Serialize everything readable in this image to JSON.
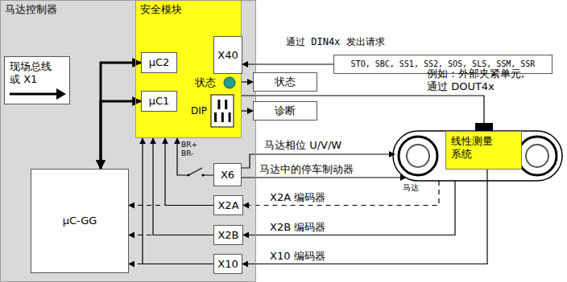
{
  "diagram": {
    "nodes": [
      {
        "text": [
          "马达控制器"
        ]
      },
      {
        "text": [
          "现场总线 或 X1"
        ],
        "in": 0
      },
      {
        "text": [
          "安全模块"
        ],
        "in": 0
      },
      {
        "text": [
          "μC2"
        ],
        "in": 2
      },
      {
        "text": [
          "μC1"
        ],
        "in": 2
      },
      {
        "text": [
          "X40"
        ],
        "in": 2
      },
      {
        "text": [
          "μC-GG"
        ],
        "in": 0
      },
      {
        "text": [
          "X6"
        ],
        "in": 0
      },
      {
        "text": [
          "X2A"
        ],
        "in": 0
      },
      {
        "text": [
          "X2B"
        ],
        "in": 0
      },
      {
        "text": [
          "X10"
        ],
        "in": 0
      },
      {
        "text": [
          "STO, SBC, SS1, SS2, SOS, SLS, SSM, SSR"
        ]
      },
      {
        "text": [
          "状态"
        ]
      },
      {
        "text": [
          "诊断"
        ]
      },
      {
        "text": [
          "马达"
        ]
      },
      {
        "text": [
          "线性测量 系统"
        ],
        "in": 14
      }
    ],
    "edges": [
      {
        "from": 6,
        "to": 3,
        "arrow": "both"
      },
      {
        "from": 6,
        "to": 4,
        "arrow": "both"
      },
      {
        "from": 11,
        "to": 5,
        "arrow": "to"
      },
      {
        "from": 2,
        "to": 12,
        "arrow": "to"
      },
      {
        "from": 2,
        "to": 13,
        "arrow": "to"
      },
      {
        "from": 2,
        "to": 14,
        "arrow": "none"
      },
      {
        "from": 7,
        "to": 14,
        "arrow": "to",
        "label": "马达相位 U/V/W"
      },
      {
        "from": 7,
        "to": 14,
        "arrow": "to",
        "label": "马达中的停车制动器"
      },
      {
        "from": 14,
        "to": 8,
        "arrow": "to",
        "label": "X2A 编码器"
      },
      {
        "from": 14,
        "to": 9,
        "arrow": "to",
        "label": "X2B 编码器"
      },
      {
        "from": 15,
        "to": 10,
        "arrow": "to",
        "label": "X10 编码器"
      },
      {
        "from": 8,
        "to": 6,
        "arrow": "to"
      },
      {
        "from": 9,
        "to": 6,
        "arrow": "to"
      },
      {
        "from": 10,
        "to": 6,
        "arrow": "to"
      },
      {
        "from": 8,
        "to": 2,
        "arrow": "to"
      },
      {
        "from": 9,
        "to": 2,
        "arrow": "to"
      },
      {
        "from": 10,
        "to": 2,
        "arrow": "to"
      },
      {
        "from": 7,
        "to": 2,
        "arrow": "to"
      }
    ],
    "labels": [
      "通过 DIN4x 发出请求",
      "例如：外部夹紧单元, 通过 DOUT4x",
      "状态",
      "DIP",
      "BR+",
      "BR-"
    ]
  }
}
